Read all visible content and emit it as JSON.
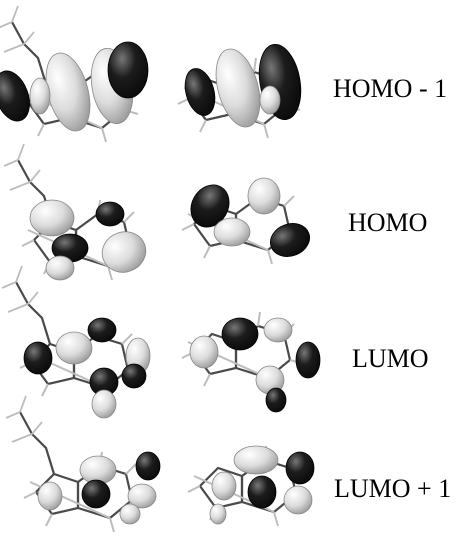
{
  "rows": [
    {
      "label": "HOMO - 1"
    },
    {
      "label": "HOMO"
    },
    {
      "label": "LUMO"
    },
    {
      "label": "LUMO + 1"
    }
  ],
  "colors": {
    "dark_lobe": "#1c1c1c",
    "light_lobe": "#dcdcdc",
    "bond": "#4a4a4a",
    "hydrogen": "#bdbdbd",
    "background": "#ffffff"
  }
}
